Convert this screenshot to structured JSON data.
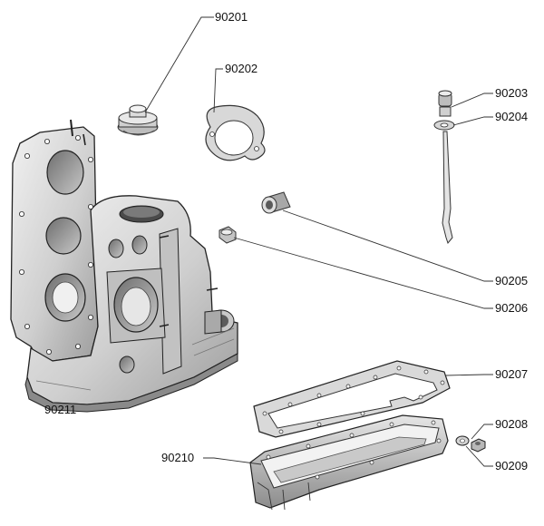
{
  "callouts": [
    {
      "id": "p90201",
      "text": "90201"
    },
    {
      "id": "p90202",
      "text": "90202"
    },
    {
      "id": "p90203",
      "text": "90203"
    },
    {
      "id": "p90204",
      "text": "90204"
    },
    {
      "id": "p90205",
      "text": "90205"
    },
    {
      "id": "p90206",
      "text": "90206"
    },
    {
      "id": "p90207",
      "text": "90207"
    },
    {
      "id": "p90208",
      "text": "90208"
    },
    {
      "id": "p90209",
      "text": "90209"
    },
    {
      "id": "p90210",
      "text": "90210"
    },
    {
      "id": "p90211",
      "text": "90211"
    }
  ],
  "colors": {
    "ink": "#2a2a2a",
    "line": "#333333",
    "shade": "#9a9a9a",
    "light": "#d6d6d6",
    "paper": "#ffffff"
  }
}
